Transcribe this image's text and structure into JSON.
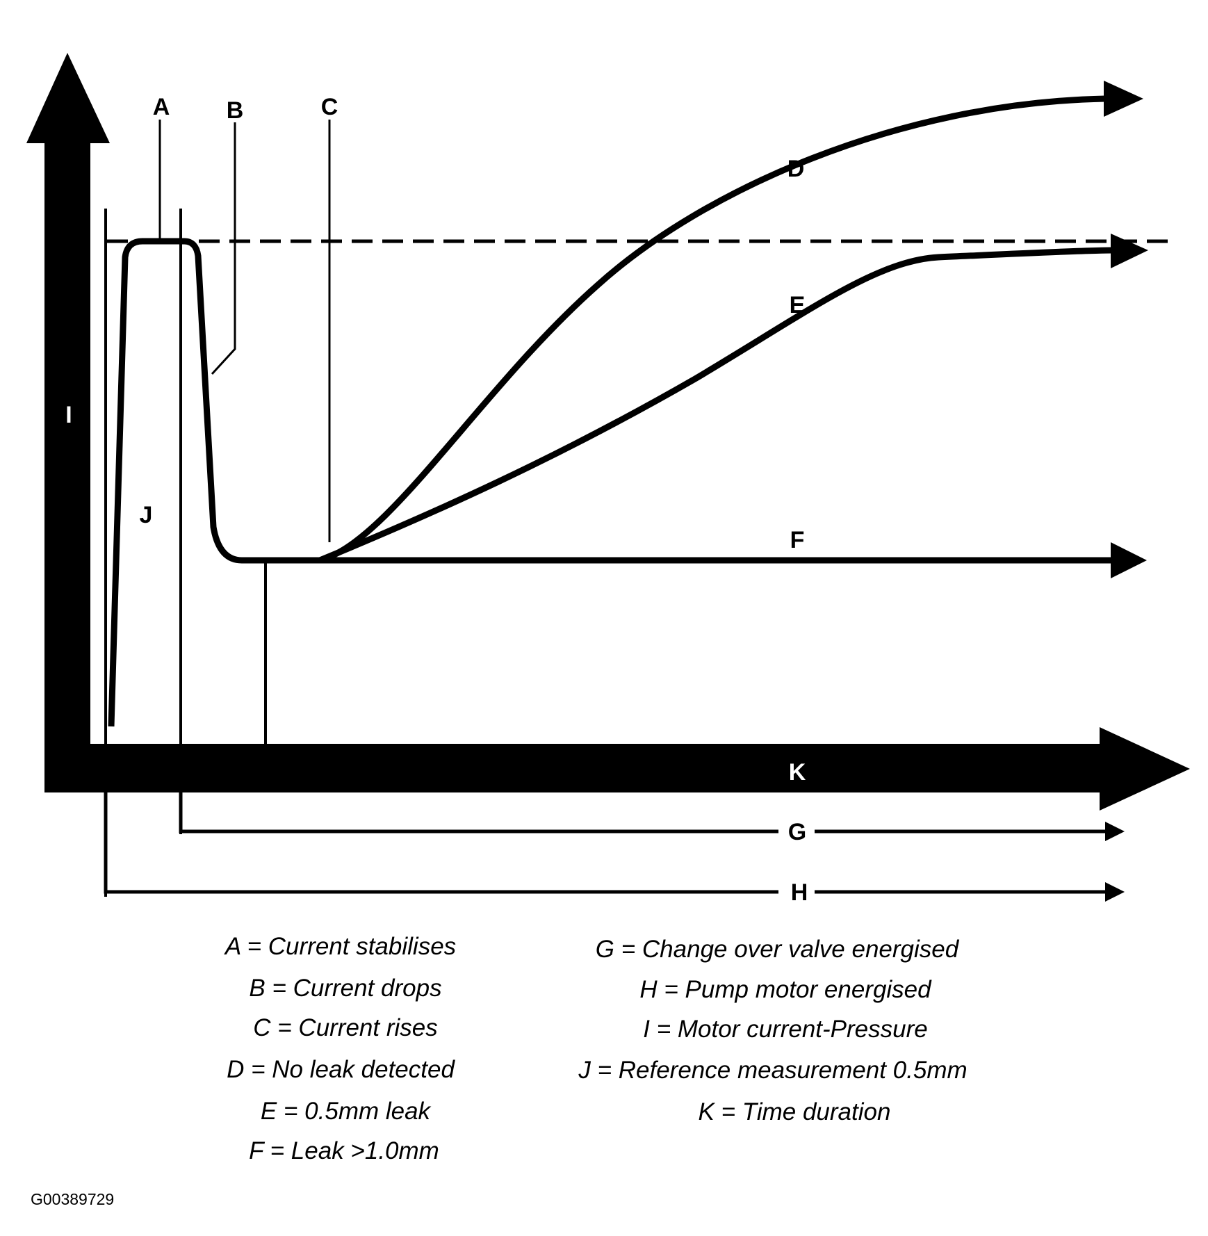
{
  "labels": {
    "A": "A",
    "B": "B",
    "C": "C",
    "D": "D",
    "E": "E",
    "F": "F",
    "G": "G",
    "H": "H",
    "I": "I",
    "J": "J",
    "K": "K"
  },
  "legend": {
    "left": [
      "A = Current stabilises",
      "B = Current drops",
      "C = Current rises",
      "D = No leak detected",
      "E = 0.5mm leak",
      "F = Leak >1.0mm"
    ],
    "right": [
      "G = Change over valve energised",
      "H = Pump motor energised",
      "I = Motor current-Pressure",
      "J = Reference measurement 0.5mm",
      "K = Time duration"
    ]
  },
  "figure_code": "G00389729",
  "colors": {
    "ink": "#000000",
    "paper": "#ffffff"
  }
}
